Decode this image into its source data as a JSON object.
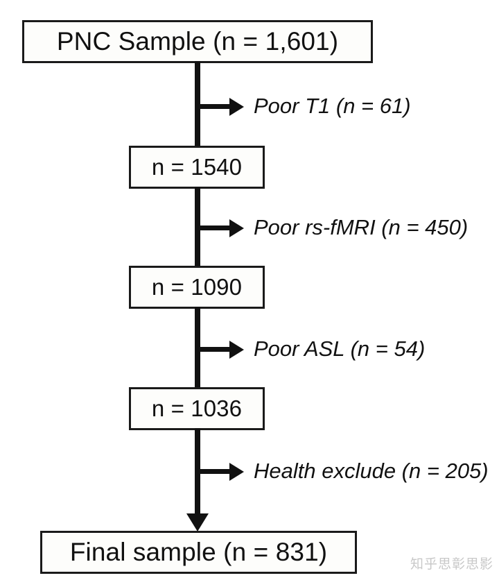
{
  "diagram": {
    "type": "participant-flow-diagram",
    "title": "PNC sample exclusion flow",
    "colors": {
      "background": "#ffffff",
      "box_fill": "#fdfdfb",
      "stroke": "#111111",
      "text": "#111111",
      "watermark": "#b9b9b9"
    },
    "nodes": [
      {
        "id": "start",
        "label": "PNC Sample (n = 1,601)",
        "n": 1601
      },
      {
        "id": "step1",
        "label": "n = 1540",
        "n": 1540
      },
      {
        "id": "step2",
        "label": "n = 1090",
        "n": 1090
      },
      {
        "id": "step3",
        "label": "n = 1036",
        "n": 1036
      },
      {
        "id": "final",
        "label": "Final sample (n = 831)",
        "n": 831
      }
    ],
    "exclusions": [
      {
        "id": "excl1",
        "label": "Poor T1 (n = 61)",
        "reason": "Poor T1",
        "n": 61
      },
      {
        "id": "excl2",
        "label": "Poor rs-fMRI (n = 450)",
        "reason": "Poor rs-fMRI",
        "n": 450
      },
      {
        "id": "excl3",
        "label": "Poor ASL (n = 54)",
        "reason": "Poor ASL",
        "n": 54
      },
      {
        "id": "excl4",
        "label": "Health exclude (n = 205)",
        "reason": "Health exclude",
        "n": 205
      }
    ]
  },
  "watermark": {
    "text": "知乎思彰思影"
  }
}
